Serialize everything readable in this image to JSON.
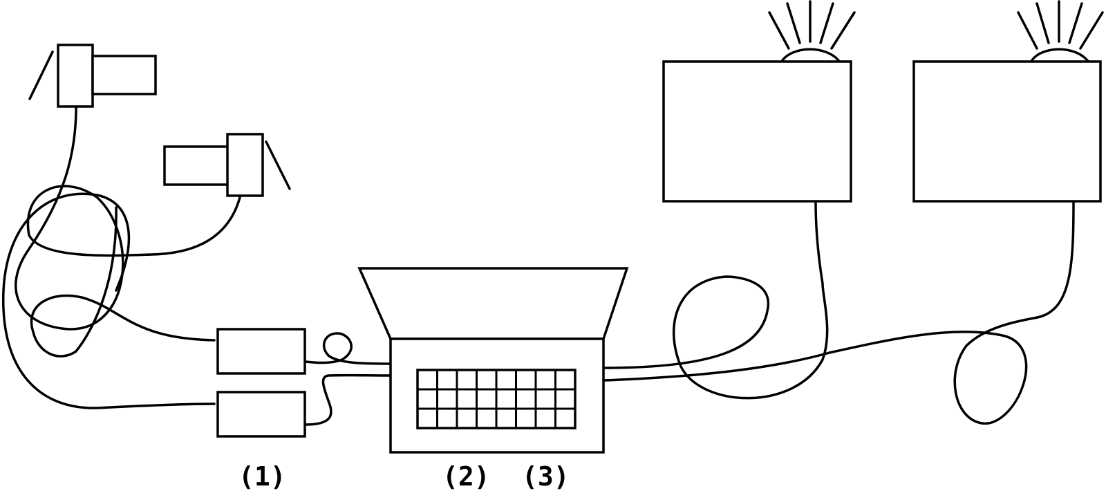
{
  "labels": {
    "one": "(1)",
    "two": "(2)",
    "three": "(3)"
  },
  "colors": {
    "stroke": "#000000",
    "background": "#ffffff"
  }
}
